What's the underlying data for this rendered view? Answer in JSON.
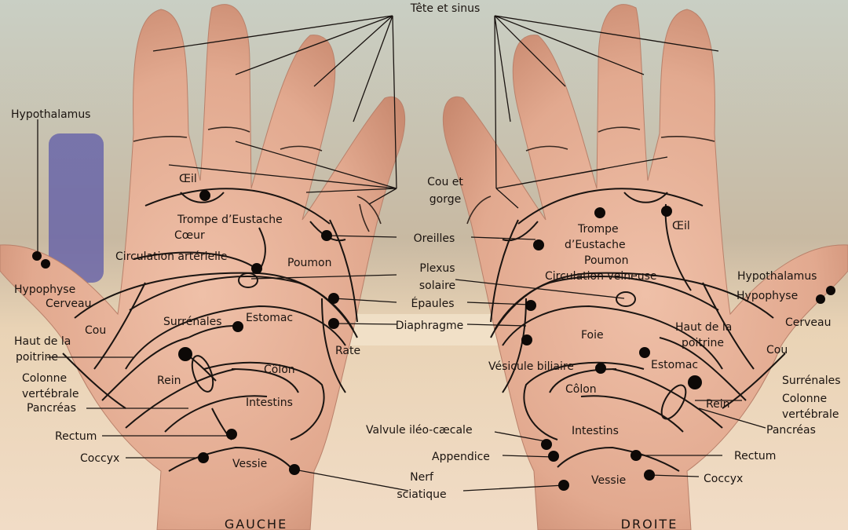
{
  "palette": {
    "skin": "#e8b49c",
    "skin_shadow": "#c98e76",
    "line": "#1a1411",
    "background": "#e6d6c4"
  },
  "labels": {
    "tete": "Tête et sinus",
    "hypothalamus_l": "Hypothalamus",
    "hypophyse_l": "Hypophyse",
    "cerveau_l": "Cerveau",
    "oeil_l": "Œil",
    "trompe_l": "Trompe d’Eustache",
    "coeur_l": "Cœur",
    "circ_art": "Circulation artérielle",
    "poumon_l": "Poumon",
    "oreilles": "Oreilles",
    "cou_gorge_1": "Cou et",
    "cou_gorge_2": "gorge",
    "plexus_1": "Plexus",
    "plexus_2": "solaire",
    "epaules": "Épaules",
    "diaphragme": "Diaphragme",
    "cou_l": "Cou",
    "haut_l_1": "Haut de la",
    "haut_l_2": "poitrine",
    "surrenales_l": "Surrénales",
    "estomac_l": "Estomac",
    "rate": "Rate",
    "rein_l": "Rein",
    "colon_l": "Côlon",
    "intestins_l": "Intestins",
    "colonne_l_1": "Colonne",
    "colonne_l_2": "vertébrale",
    "pancreas_l": "Pancréas",
    "rectum_l": "Rectum",
    "coccyx_l": "Coccyx",
    "vessie_l": "Vessie",
    "nerf_1": "Nerf",
    "nerf_2": "sciatique",
    "trompe_r_1": "Trompe",
    "trompe_r_2": "d’Eustache",
    "poumon_r": "Poumon",
    "oeil_r": "Œil",
    "circ_vein": "Circulation veineuse",
    "hypothalamus_r": "Hypothalamus",
    "hypophyse_r": "Hypophyse",
    "cerveau_r": "Cerveau",
    "foie": "Foie",
    "haut_r_1": "Haut de la",
    "haut_r_2": "poitrine",
    "cou_r": "Cou",
    "vesicule": "Vésicule biliaire",
    "estomac_r": "Estomac",
    "surrenales_r": "Surrénales",
    "colon_r": "Côlon",
    "rein_r": "Rein",
    "colonne_r_1": "Colonne",
    "colonne_r_2": "vertébrale",
    "valvule": "Valvule iléo-cæcale",
    "intestins_r": "Intestins",
    "pancreas_r": "Pancréas",
    "appendice": "Appendice",
    "rectum_r": "Rectum",
    "vessie_r": "Vessie",
    "coccyx_r": "Coccyx",
    "gauche": "GAUCHE",
    "droite": "DROITE"
  }
}
